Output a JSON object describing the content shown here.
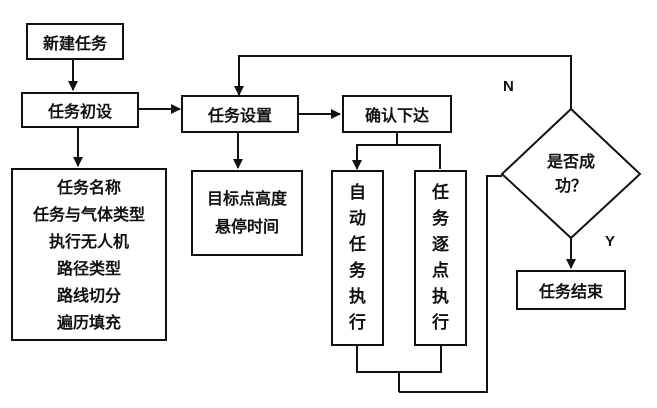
{
  "nodes": {
    "new_task": "新建任务",
    "task_init": "任务初设",
    "task_settings": "任务设置",
    "confirm_issue": "确认下达",
    "decision_line1": "是否成",
    "decision_line2": "功？",
    "task_end": "任务结束"
  },
  "init_items": [
    "任务名称",
    "任务与气体类型",
    "执行无人机",
    "路径类型",
    "路线切分",
    "遍历填充"
  ],
  "settings_items": [
    "目标点高度",
    "悬停时间"
  ],
  "auto_exec": [
    "自",
    "动",
    "任",
    "务",
    "执",
    "行"
  ],
  "step_exec": [
    "任",
    "务",
    "逐",
    "点",
    "执",
    "行"
  ],
  "branch_labels": {
    "no": "N",
    "yes": "Y"
  },
  "colors": {
    "line": "#111111",
    "background": "#ffffff"
  }
}
